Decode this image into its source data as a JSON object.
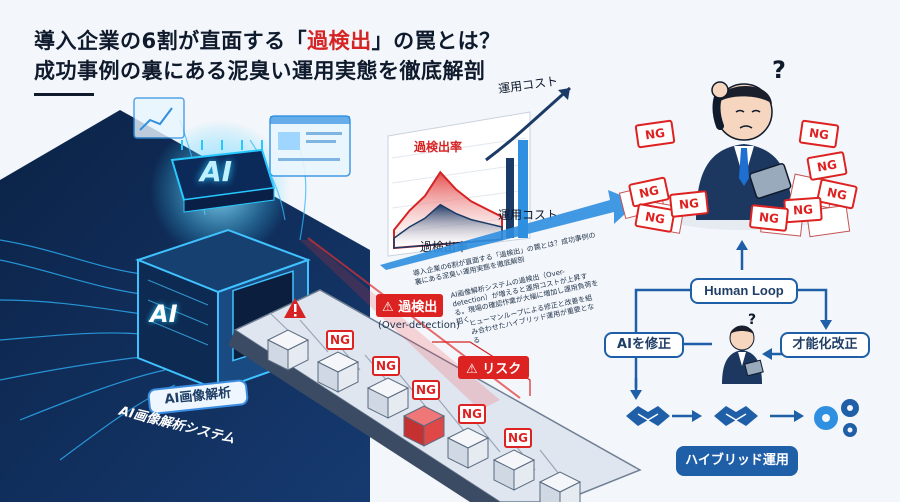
{
  "title": {
    "line1_part1": "導入企業の6割が直面する「",
    "line1_highlight": "過検出",
    "line1_part2": "」の罠とは？",
    "line2": "成功事例の裏にある泥臭い運用実態を徹底解剖"
  },
  "chip": {
    "label": "AI"
  },
  "box": {
    "label": "AI"
  },
  "system": {
    "label1": "AI画像解析",
    "label2": "AI画像解析システム"
  },
  "chart": {
    "label_overdetect_red": "過検出率",
    "label_overdetect": "過検出率",
    "label_cost_top": "運用コスト",
    "label_cost_bottom": "運用コスト"
  },
  "chart_data": {
    "type": "area",
    "series": [
      {
        "name": "過検出率",
        "values": [
          0.2,
          0.4,
          0.55,
          0.8,
          0.6,
          0.45,
          0.35,
          0.25
        ]
      },
      {
        "name": "運用コスト",
        "values": [
          0.1,
          0.15,
          0.2,
          0.3,
          0.45,
          0.6,
          0.8,
          0.95
        ]
      }
    ]
  },
  "notes": {
    "p1": "導入企業の6割が直面する「過検出」の罠とは？成功事例の裏にある泥臭い運用実態を徹底解剖",
    "p2": "AI画像解析システムの過検出（Over-detection）が増えると運用コストが上昇する。現場の確認作業が大幅に増加し運用負荷を招く",
    "p3": "ヒューマンループによる修正と改善を組み合わせたハイブリッド運用が重要となる"
  },
  "alerts": {
    "overdetect_title": "過検出",
    "overdetect_sub": "(Over-detection)",
    "risk": "リスク"
  },
  "ng_label": "NG",
  "loop": {
    "human": "Human Loop",
    "ai_fix": "AIを修正",
    "improve": "才能化改正",
    "hybrid": "ハイブリッド運用"
  },
  "question_mark": "?",
  "colors": {
    "navy": "#0f2a4d",
    "blue": "#1f6fd1",
    "cyan": "#27c8ff",
    "red": "#d62424"
  }
}
